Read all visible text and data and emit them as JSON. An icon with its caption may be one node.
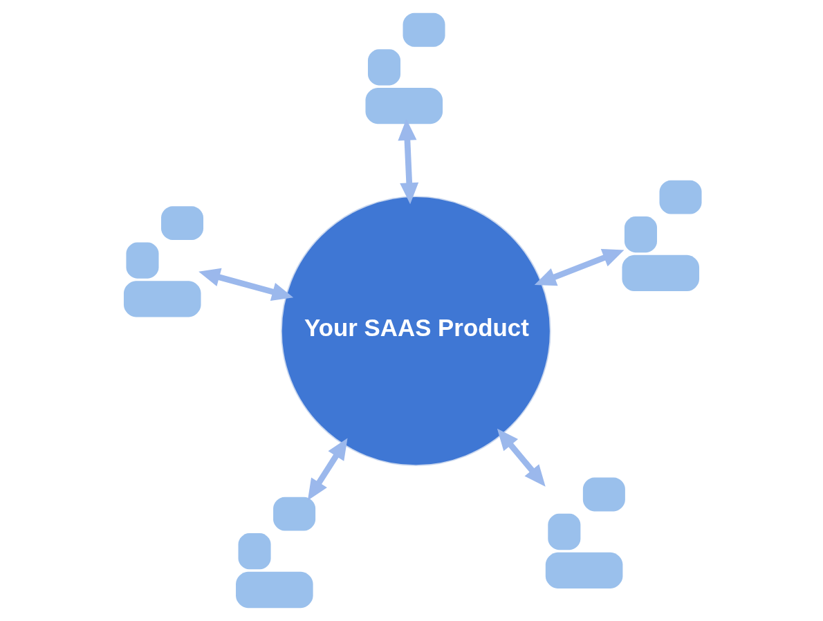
{
  "diagram": {
    "nodes": [
      {
        "text": [
          "Your SAAS Product"
        ]
      },
      {
        "text": [],
        "shape": "person"
      },
      {
        "text": [],
        "shape": "person"
      },
      {
        "text": [],
        "shape": "person"
      },
      {
        "text": [],
        "shape": "person"
      },
      {
        "text": [],
        "shape": "person"
      }
    ],
    "edges": [
      {
        "from": 0,
        "to": 1,
        "arrow": "both"
      },
      {
        "from": 0,
        "to": 2,
        "arrow": "both"
      },
      {
        "from": 0,
        "to": 3,
        "arrow": "both"
      },
      {
        "from": 0,
        "to": 4,
        "arrow": "both"
      },
      {
        "from": 0,
        "to": 5,
        "arrow": "both"
      }
    ]
  }
}
